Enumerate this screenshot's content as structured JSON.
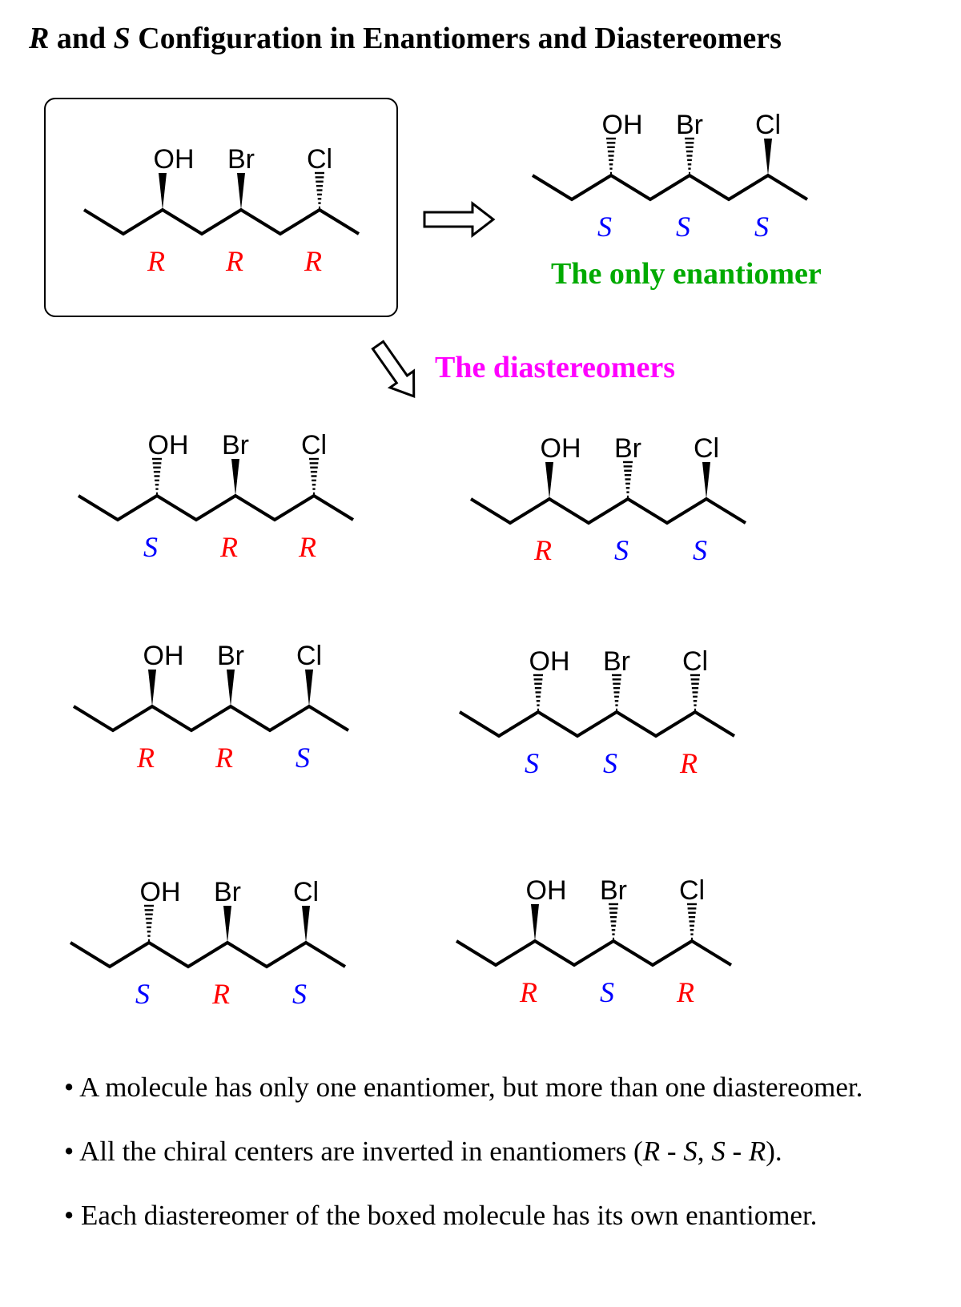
{
  "title": {
    "prefix_italic": "R",
    "and_text": " and ",
    "s_italic": "S",
    "rest": " Configuration in Enantiomers and Diastereomers"
  },
  "colors": {
    "R": "#ff0000",
    "S": "#0000ff",
    "enantiomer_caption": "#00aa00",
    "diastereomer_caption": "#ff00ff",
    "bond": "#000000"
  },
  "substituents": [
    "OH",
    "Br",
    "Cl"
  ],
  "molecules": [
    {
      "id": "boxed",
      "wedges": [
        "wedge",
        "wedge",
        "hash"
      ],
      "configs": [
        "R",
        "R",
        "R"
      ]
    },
    {
      "id": "enantiomer",
      "wedges": [
        "hash",
        "hash",
        "wedge"
      ],
      "configs": [
        "S",
        "S",
        "S"
      ]
    },
    {
      "id": "diastereomer-1",
      "wedges": [
        "hash",
        "wedge",
        "hash"
      ],
      "configs": [
        "S",
        "R",
        "R"
      ]
    },
    {
      "id": "diastereomer-2",
      "wedges": [
        "wedge",
        "hash",
        "wedge"
      ],
      "configs": [
        "R",
        "S",
        "S"
      ]
    },
    {
      "id": "diastereomer-3",
      "wedges": [
        "wedge",
        "wedge",
        "wedge"
      ],
      "configs": [
        "R",
        "R",
        "S"
      ]
    },
    {
      "id": "diastereomer-4",
      "wedges": [
        "hash",
        "hash",
        "hash"
      ],
      "configs": [
        "S",
        "S",
        "R"
      ]
    },
    {
      "id": "diastereomer-5",
      "wedges": [
        "hash",
        "wedge",
        "wedge"
      ],
      "configs": [
        "S",
        "R",
        "S"
      ]
    },
    {
      "id": "diastereomer-6",
      "wedges": [
        "wedge",
        "hash",
        "hash"
      ],
      "configs": [
        "R",
        "S",
        "R"
      ]
    }
  ],
  "captions": {
    "enantiomer": "The only enantiomer",
    "diastereomers": "The diastereomers"
  },
  "bullets": [
    {
      "symbol": "•",
      "text": "A molecule has only one enantiomer, but more than one diastereomer."
    },
    {
      "symbol": "•",
      "text_before": "All the chiral centers are inverted in enantiomers (",
      "r1": "R",
      "sep1": " - ",
      "s1": "S",
      "comma": ", ",
      "s2": "S",
      "sep2": " - ",
      "r2": "R",
      "text_after": ")."
    },
    {
      "symbol": "•",
      "text": "Each diastereomer of the boxed molecule has its own enantiomer."
    }
  ]
}
